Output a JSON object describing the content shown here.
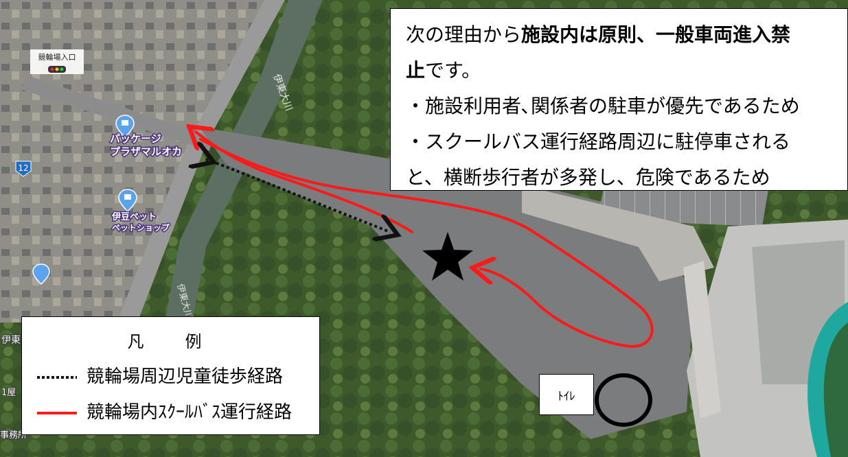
{
  "notice": {
    "text_before": "次の理由から",
    "text_bold": "施設内は原則、一般車両進入禁",
    "line2_bold": "止",
    "line2_rest": "です。",
    "reason1": "・施設利用者､関係者の駐車が優先であるため",
    "reason2": "・スクールバス運行経路周辺に駐停車される",
    "reason3": "と、横断歩行者が多発し、危険であるため"
  },
  "legend": {
    "title": "凡　例",
    "walking_route": "競輪場周辺児童徒歩経路",
    "bus_route": "競輪場内ｽｸｰﾙﾊﾞｽ運行経路"
  },
  "toilet_label": "ﾄｲﾚ",
  "map_labels": {
    "keirin_entrance": "競輪場入口",
    "route_number": "12",
    "river": "伊東大川",
    "river_lower": "伊東大川",
    "package_plaza_line1": "パッケージ",
    "package_plaza_line2": "プラザマルオカ",
    "izu_pet_line1": "伊豆ペット",
    "izu_pet_line2": "ペットショップ",
    "left_edge_1": "伊東",
    "left_edge_2": "1屋",
    "left_edge_3": "事務所"
  },
  "colors": {
    "bus_route": "#ff1a1a",
    "walking_route": "#111111",
    "vegetation": "#3f5a2c",
    "road": "#7f8082",
    "pin": "#5aa3f0"
  },
  "icons": {
    "star": "star-marker-icon",
    "toilet_circle": "toilet-circle-icon",
    "shop_pin": "shop-pin-icon",
    "traffic_light": "traffic-light-icon"
  }
}
